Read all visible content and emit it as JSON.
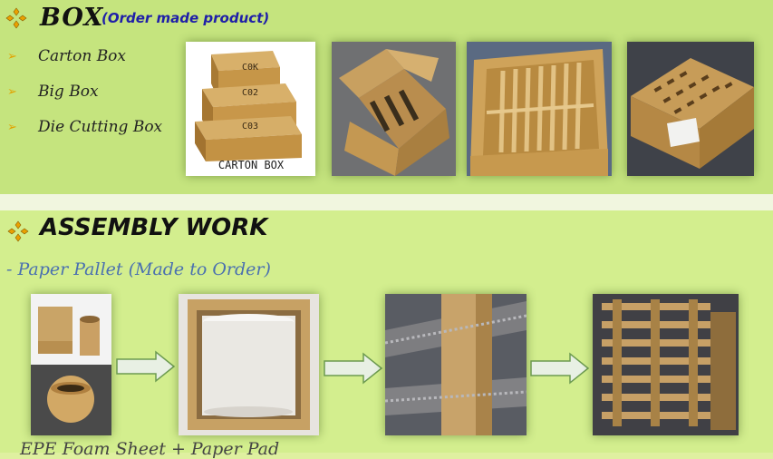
{
  "box_section": {
    "title": "BOX",
    "subtitle": "(Order made product)",
    "items": [
      {
        "label": "Carton Box"
      },
      {
        "label": "Big Box"
      },
      {
        "label": "Die Cutting Box"
      }
    ],
    "carton_caption": "CARTON BOX",
    "box_codes": [
      "C0K",
      "C02",
      "C03"
    ]
  },
  "assembly_section": {
    "title": "ASSEMBLY WORK",
    "subtitle": "- Paper Pallet (Made to Order)",
    "bottom_caption": "EPE Foam Sheet + Paper Pad"
  },
  "colors": {
    "top_band": "#c5e47e",
    "bottom_band": "#d3ee8e",
    "accent_diamond": "#e9a100",
    "subtitle_blue": "#1f1fa8",
    "pallet_text": "#4a70b0",
    "flow_arrow": "#e8f0e4"
  },
  "icons": [
    "diamond-bullet-icon",
    "arrow-bullet-icon",
    "flow-arrow-icon"
  ]
}
